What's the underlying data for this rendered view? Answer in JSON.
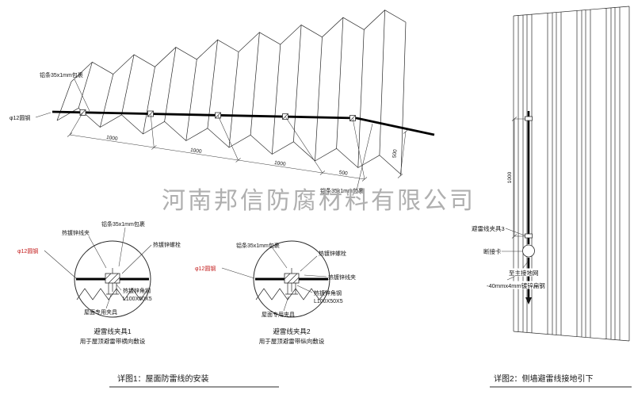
{
  "watermark": "河南邦信防腐材料有限公司",
  "colors": {
    "ink": "#1a1a1a",
    "red": "#c42020",
    "watermark_gray": "#a2a2a2"
  },
  "roof_view": {
    "label_alu_wrap_top": "铝条35x1mm包裹",
    "label_alu_wrap_right": "铝条35x1mm包裹",
    "label_round_steel": "φ12圆钢",
    "dims": {
      "span1": "1000",
      "span2": "1000",
      "span3": "1000",
      "span4": "500",
      "edge": "500"
    }
  },
  "detail_1": {
    "labels": {
      "wire_clip": "热镀锌线夹",
      "alu_wrap": "铝条35x1mm包裹",
      "bolt": "热镀锌螺栓",
      "round_steel": "φ12圆钢",
      "angle_steel": "热镀锌角钢",
      "angle_spec": "L100X50X5",
      "roof_fixture": "屋面专用夹具"
    },
    "title": "避雷线夹具1",
    "subtitle": "用于屋顶避雷带横向敷设"
  },
  "detail_2": {
    "labels": {
      "wire_clip": "热镀锌线夹",
      "alu_wrap": "铝条35x1mm包裹",
      "bolt": "热镀锌螺栓",
      "round_steel": "φ12圆钢",
      "angle_steel": "热镀锌角钢",
      "angle_spec": "L100X50X5",
      "roof_fixture": "屋面专用夹具"
    },
    "title": "避雷线夹具2",
    "subtitle": "用于屋顶避雷带纵向敷设"
  },
  "caption_1": "详图1：屋面防雷线的安装",
  "wall_view": {
    "dim": "1000",
    "label_clamp": "避雷线夹具3",
    "label_disconnect": "断接卡",
    "label_to_ground": "至主接地网",
    "label_flat_steel": "-40mmx4mm镀锌扁钢"
  },
  "caption_2": "详图2：侧墙避雷线接地引下"
}
